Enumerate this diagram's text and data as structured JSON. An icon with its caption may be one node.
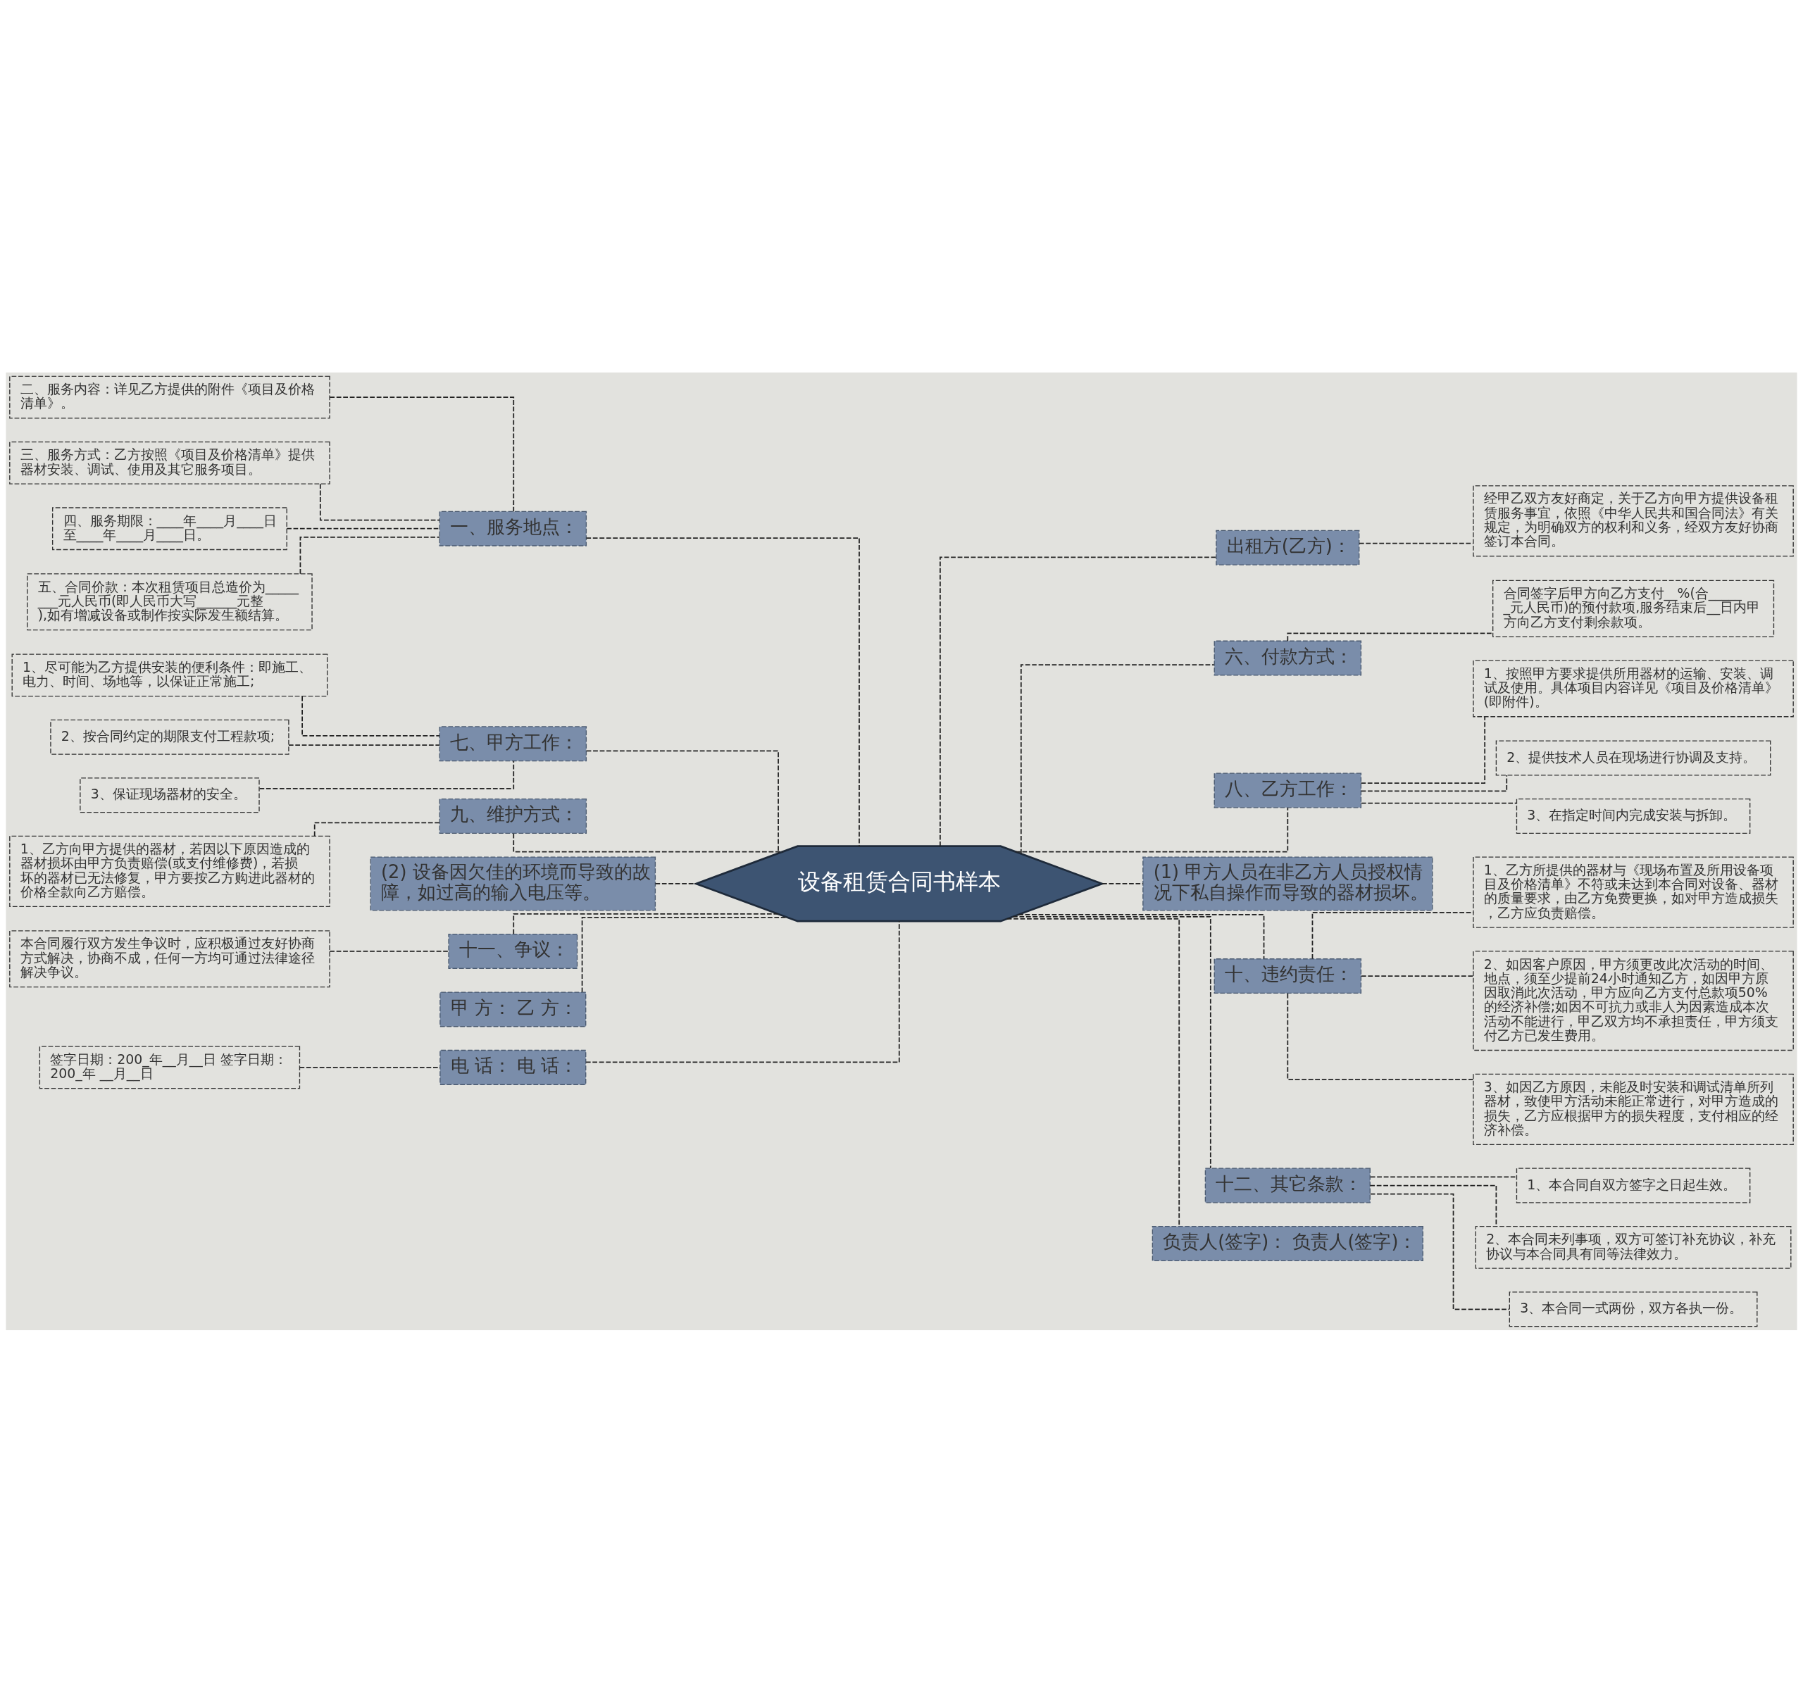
{
  "diagram": {
    "nodes": [
      {
        "text": [
          "设备租赁合同书样本"
        ]
      },
      {
        "text": [
          "一、服务地点："
        ]
      },
      {
        "text": [
          "二、服务内容：详见乙方提供的附件《项目及价格清单》。"
        ]
      },
      {
        "text": [
          "三、服务方式：乙方按照《项目及价格清单》提供器材安装、调试、使用及其它服务项目。"
        ]
      },
      {
        "text": [
          "四、服务期限：____年____月____日至____年____月____日。"
        ]
      },
      {
        "text": [
          "五、合同价款：本次租赁项目总造价为________元人民币(即人民币大写______元整),如有增减设备或制作按实际发生额结算。"
        ]
      },
      {
        "text": [
          "七、甲方工作："
        ]
      },
      {
        "text": [
          "1、尽可能为乙方提供安装的便利条件：即施工、电力、时间、场地等，以保证正常施工;"
        ]
      },
      {
        "text": [
          "2、按合同约定的期限支付工程款项;"
        ]
      },
      {
        "text": [
          "3、保证现场器材的安全。"
        ]
      },
      {
        "text": [
          "九、维护方式："
        ]
      },
      {
        "text": [
          "1、乙方向甲方提供的器材，若因以下原因造成的器材损坏由甲方负责赔偿(或支付维修费)，若损坏的器材已无法修复，甲方要按乙方购进此器材的价格全款向乙方赔偿。"
        ]
      },
      {
        "text": [
          "(2) 设备因欠佳的环境而导致的故障，如过高的输入电压等。"
        ]
      },
      {
        "text": [
          "十一、争议："
        ]
      },
      {
        "text": [
          "本合同履行双方发生争议时，应积极通过友好协商方式解决，协商不成，任何一方均可通过法律途径解决争议。"
        ]
      },
      {
        "text": [
          "甲 方： 乙 方："
        ]
      },
      {
        "text": [
          "电 话： 电 话："
        ]
      },
      {
        "text": [
          "签字日期：200_年__月__日 签字日期：200_年 __月__日"
        ]
      },
      {
        "text": [
          "出租方(乙方)："
        ]
      },
      {
        "text": [
          "经甲乙双方友好商定，关于乙方向甲方提供设备租赁服务事宜，依照《中华人民共和国合同法》有关规定，为明确双方的权利和义务，经双方友好协商签订本合同。"
        ]
      },
      {
        "text": [
          "六、付款方式："
        ]
      },
      {
        "text": [
          "合同签字后甲方向乙方支付__%(合______元人民币)的预付款项,服务结束后__日内甲方向乙方支付剩余款项。"
        ]
      },
      {
        "text": [
          "八、乙方工作："
        ]
      },
      {
        "text": [
          "1、按照甲方要求提供所用器材的运输、安装、调试及使用。具体项目内容详见《项目及价格清单》(即附件)。"
        ]
      },
      {
        "text": [
          "2、提供技术人员在现场进行协调及支持。"
        ]
      },
      {
        "text": [
          "3、在指定时间内完成安装与拆卸。"
        ]
      },
      {
        "text": [
          "(1) 甲方人员在非乙方人员授权情况下私自操作而导致的器材损坏。"
        ]
      },
      {
        "text": [
          "十、违约责任："
        ]
      },
      {
        "text": [
          "1、乙方所提供的器材与《现场布置及所用设备项目及价格清单》不符或未达到本合同对设备、器材的质量要求，由乙方免费更换，如对甲方造成损失，乙方应负责赔偿。"
        ]
      },
      {
        "text": [
          "2、如因客户原因，甲方须更改此次活动的时间、地点，须至少提前24小时通知乙方，如因甲方原因取消此次活动，甲方应向乙方支付总款项50%的经济补偿;如因不可抗力或非人为因素造成本次活动不能进行，甲乙双方均不承担责任，甲方须支付乙方已发生费用。"
        ]
      },
      {
        "text": [
          "3、如因乙方原因，未能及时安装和调试清单所列器材，致使甲方活动未能正常进行，对甲方造成的损失，乙方应根据甲方的损失程度，支付相应的经济补偿。"
        ]
      },
      {
        "text": [
          "十二、其它条款："
        ]
      },
      {
        "text": [
          "1、本合同自双方签字之日起生效。"
        ]
      },
      {
        "text": [
          "2、本合同未列事项，双方可签订补充协议，补充协议与本合同具有同等法律效力。"
        ]
      },
      {
        "text": [
          "3、本合同一式两份，双方各执一份。"
        ]
      },
      {
        "text": [
          "负责人(签字)： 负责人(签字)："
        ]
      }
    ],
    "edges": [
      {
        "from": 0,
        "to": 1,
        "arrow": "none",
        "style": "dashed"
      },
      {
        "from": 1,
        "to": 2,
        "arrow": "none",
        "style": "dashed"
      },
      {
        "from": 1,
        "to": 3,
        "arrow": "none",
        "style": "dashed"
      },
      {
        "from": 1,
        "to": 4,
        "arrow": "none",
        "style": "dashed"
      },
      {
        "from": 1,
        "to": 5,
        "arrow": "none",
        "style": "dashed"
      },
      {
        "from": 0,
        "to": 6,
        "arrow": "none",
        "style": "dashed"
      },
      {
        "from": 6,
        "to": 7,
        "arrow": "none",
        "style": "dashed"
      },
      {
        "from": 6,
        "to": 8,
        "arrow": "none",
        "style": "dashed"
      },
      {
        "from": 6,
        "to": 9,
        "arrow": "none",
        "style": "dashed"
      },
      {
        "from": 0,
        "to": 10,
        "arrow": "none",
        "style": "dashed"
      },
      {
        "from": 10,
        "to": 11,
        "arrow": "none",
        "style": "dashed"
      },
      {
        "from": 0,
        "to": 12,
        "arrow": "none",
        "style": "dashed"
      },
      {
        "from": 0,
        "to": 13,
        "arrow": "none",
        "style": "dashed"
      },
      {
        "from": 13,
        "to": 14,
        "arrow": "none",
        "style": "dashed"
      },
      {
        "from": 0,
        "to": 15,
        "arrow": "none",
        "style": "dashed"
      },
      {
        "from": 0,
        "to": 16,
        "arrow": "none",
        "style": "dashed"
      },
      {
        "from": 16,
        "to": 17,
        "arrow": "none",
        "style": "dashed"
      },
      {
        "from": 0,
        "to": 18,
        "arrow": "none",
        "style": "dashed"
      },
      {
        "from": 18,
        "to": 19,
        "arrow": "none",
        "style": "dashed"
      },
      {
        "from": 0,
        "to": 20,
        "arrow": "none",
        "style": "dashed"
      },
      {
        "from": 20,
        "to": 21,
        "arrow": "none",
        "style": "dashed"
      },
      {
        "from": 0,
        "to": 22,
        "arrow": "none",
        "style": "dashed"
      },
      {
        "from": 22,
        "to": 23,
        "arrow": "none",
        "style": "dashed"
      },
      {
        "from": 22,
        "to": 24,
        "arrow": "none",
        "style": "dashed"
      },
      {
        "from": 22,
        "to": 25,
        "arrow": "none",
        "style": "dashed"
      },
      {
        "from": 0,
        "to": 26,
        "arrow": "none",
        "style": "dashed"
      },
      {
        "from": 0,
        "to": 27,
        "arrow": "none",
        "style": "dashed"
      },
      {
        "from": 27,
        "to": 28,
        "arrow": "none",
        "style": "dashed"
      },
      {
        "from": 27,
        "to": 29,
        "arrow": "none",
        "style": "dashed"
      },
      {
        "from": 27,
        "to": 30,
        "arrow": "none",
        "style": "dashed"
      },
      {
        "from": 0,
        "to": 31,
        "arrow": "none",
        "style": "dashed"
      },
      {
        "from": 31,
        "to": 32,
        "arrow": "none",
        "style": "dashed"
      },
      {
        "from": 31,
        "to": 33,
        "arrow": "none",
        "style": "dashed"
      },
      {
        "from": 31,
        "to": 34,
        "arrow": "none",
        "style": "dashed"
      },
      {
        "from": 0,
        "to": 35,
        "arrow": "none",
        "style": "dashed"
      }
    ]
  }
}
